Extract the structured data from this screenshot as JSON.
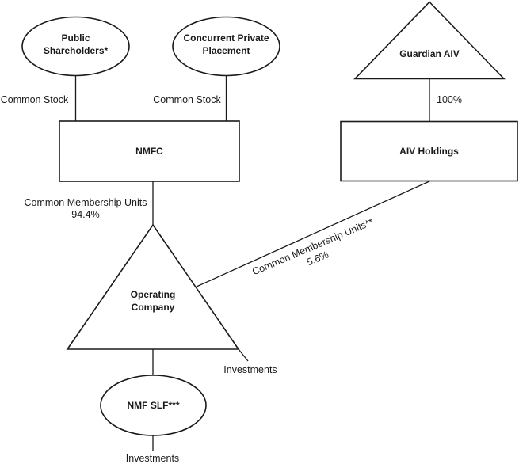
{
  "diagram": {
    "title_hint": "Ownership structure diagram",
    "colors": {
      "line": "#1a1a1a",
      "background": "#ffffff",
      "text": "#1a1a1a"
    },
    "nodes": {
      "public_shareholders": {
        "label": "Public Shareholders*",
        "shape": "ellipse"
      },
      "concurrent_private_placement": {
        "label": "Concurrent Private Placement",
        "shape": "ellipse"
      },
      "guardian_aiv": {
        "label": "Guardian AIV",
        "shape": "triangle"
      },
      "nmfc": {
        "label": "NMFC",
        "shape": "rectangle"
      },
      "aiv_holdings": {
        "label": "AIV Holdings",
        "shape": "rectangle"
      },
      "operating_company": {
        "label": "Operating Company",
        "shape": "triangle"
      },
      "nmf_slf": {
        "label": "NMF SLF***",
        "shape": "ellipse"
      }
    },
    "edges": {
      "common_stock_left": {
        "label": "Common Stock"
      },
      "common_stock_right": {
        "label": "Common Stock"
      },
      "guardian_to_aiv_holdings": {
        "label": "100%"
      },
      "nmfc_to_operating": {
        "label": "Common Membership Units",
        "percent": "94.4%"
      },
      "aiv_to_operating": {
        "label": "Common Membership Units**",
        "percent": "5.6%"
      },
      "operating_investments": {
        "label": "Investments"
      },
      "slf_investments": {
        "label": "Investments"
      }
    }
  }
}
